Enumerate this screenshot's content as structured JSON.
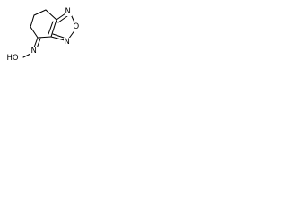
{
  "molecule": {
    "atoms": {
      "hydroxyl": "HO",
      "imine_nitrogen": "N",
      "ring_nitrogen_top": "N",
      "ring_oxygen": "O",
      "ring_nitrogen_bottom": "N"
    }
  },
  "colors": {
    "bond": "#000000",
    "background": "#ffffff"
  }
}
